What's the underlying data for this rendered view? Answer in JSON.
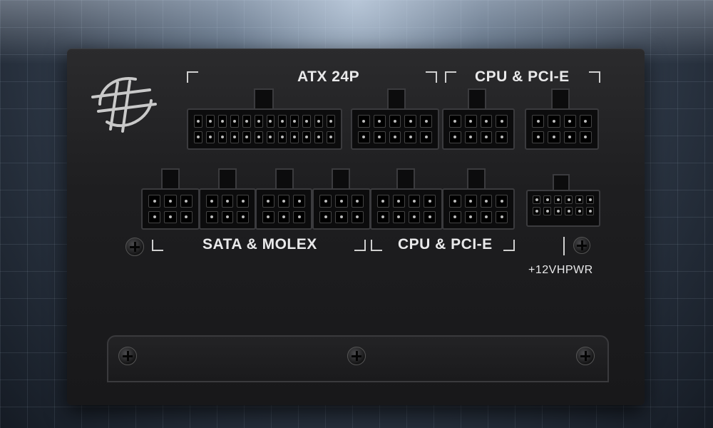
{
  "labels": {
    "atx": "ATX 24P",
    "cpu_pcie_top": "CPU & PCI-E",
    "sata_molex": "SATA & MOLEX",
    "cpu_pcie_bottom": "CPU & PCI-E",
    "hpwr": "+12VHPWR"
  },
  "colors": {
    "panel": "#1e1e20",
    "label_text": "#e9e9ea",
    "connector": "#0c0c0d"
  },
  "icons": [
    "brand-logo-icon",
    "screw-icon"
  ]
}
